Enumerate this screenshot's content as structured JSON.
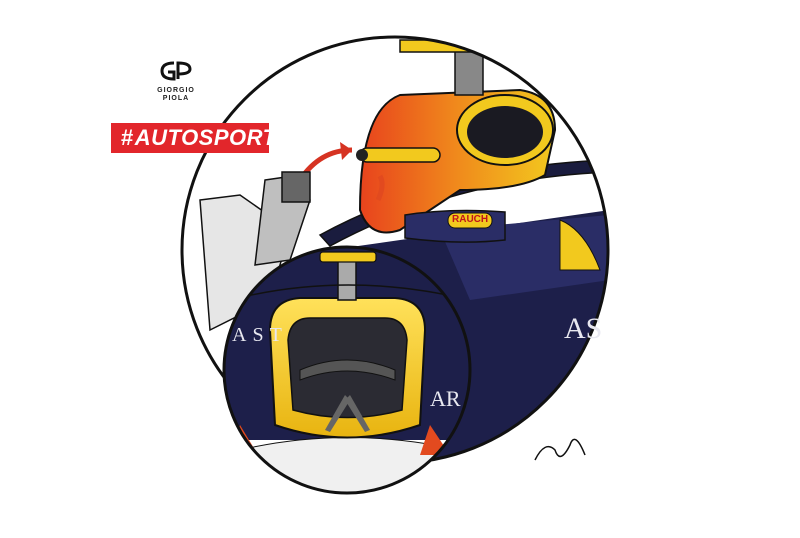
{
  "branding": {
    "artist_name_line1": "GIORGIO",
    "artist_name_line2": "PIOLA",
    "publisher": "AUTOSPORT",
    "publisher_prefix": "#"
  },
  "illustration": {
    "sponsor_text_sidepod": "AS",
    "sponsor_text_mirror": "RAUCH",
    "sponsor_text_inset": "AST",
    "sponsor_text_inset_lower": "AR"
  },
  "colors": {
    "navy": "#1d1f4a",
    "yellow": "#f2c91e",
    "red_orange": "#e24a1f",
    "brand_red": "#e2262b",
    "outline": "#111111"
  }
}
